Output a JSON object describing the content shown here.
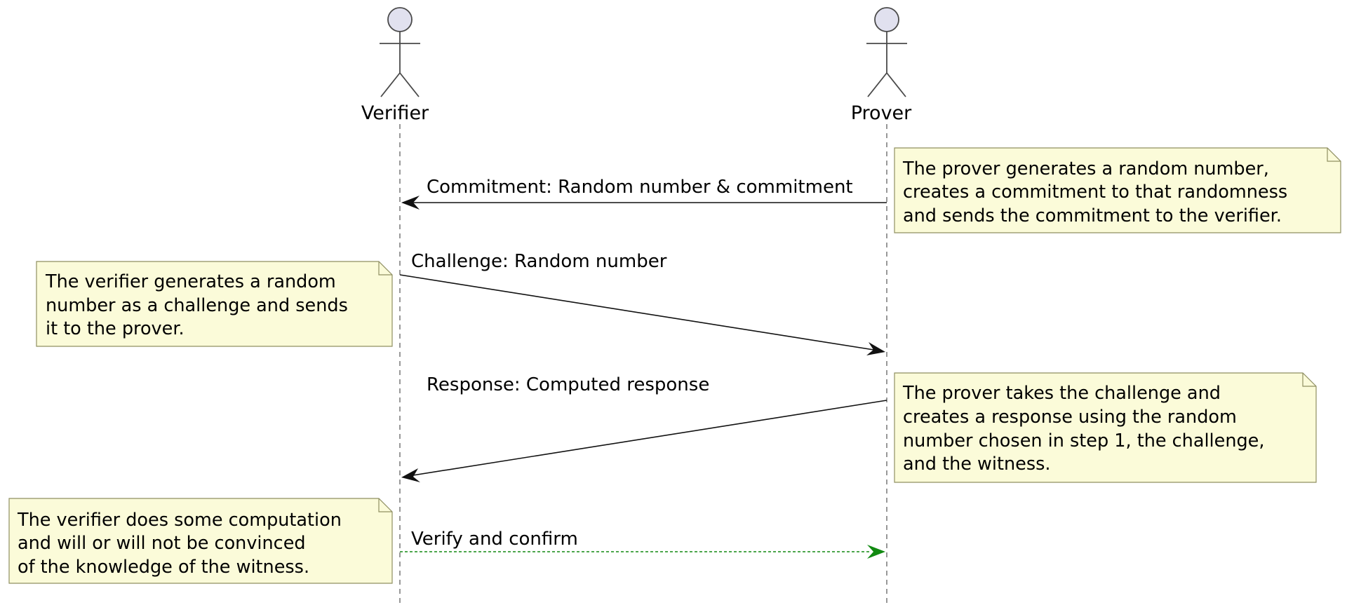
{
  "actors": {
    "verifier": {
      "label": "Verifier"
    },
    "prover": {
      "label": "Prover"
    }
  },
  "messages": [
    {
      "label": "Commitment: Random number & commitment",
      "from": "prover",
      "to": "verifier",
      "style": "solid",
      "color": "#111111"
    },
    {
      "label": "Challenge: Random number",
      "from": "verifier",
      "to": "prover",
      "style": "solid",
      "color": "#111111"
    },
    {
      "label": "Response: Computed response",
      "from": "prover",
      "to": "verifier",
      "style": "solid",
      "color": "#111111"
    },
    {
      "label": "Verify and confirm",
      "from": "verifier",
      "to": "prover",
      "style": "dashed",
      "color": "#128a12"
    }
  ],
  "notes": [
    {
      "lines": [
        "The prover generates a random number,",
        "creates a commitment to that randomness",
        "and sends the commitment to the verifier."
      ]
    },
    {
      "lines": [
        "The verifier generates a random",
        "number as a challenge and sends",
        "it to the prover."
      ]
    },
    {
      "lines": [
        "The prover takes the challenge and",
        "creates a response using the random",
        "number chosen in step 1, the challenge,",
        "and the witness."
      ]
    },
    {
      "lines": [
        "The verifier does some computation",
        "and will or will not be convinced",
        "of the knowledge of the witness."
      ]
    }
  ],
  "colors": {
    "note_fill": "#fbfbd9",
    "note_border": "#8f8f62",
    "actor_head": "#e1e1ef",
    "confirm_arrow": "#128a12"
  }
}
